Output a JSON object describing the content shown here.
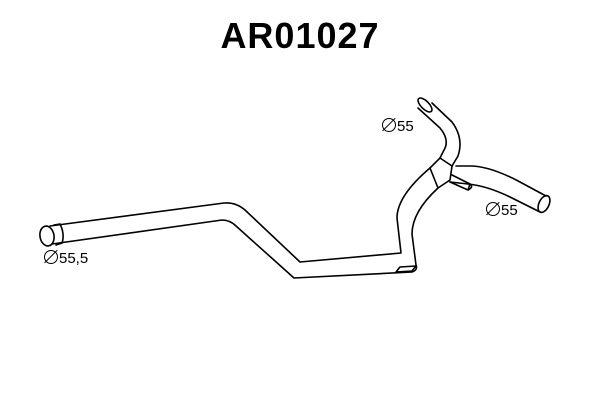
{
  "part": {
    "code": "AR01027"
  },
  "dimensions": [
    {
      "id": "inlet",
      "value": "55,5"
    },
    {
      "id": "upper-branch",
      "value": "55"
    },
    {
      "id": "lower-branch",
      "value": "55"
    }
  ],
  "style": {
    "line_color": "#000000",
    "background": "#ffffff"
  }
}
